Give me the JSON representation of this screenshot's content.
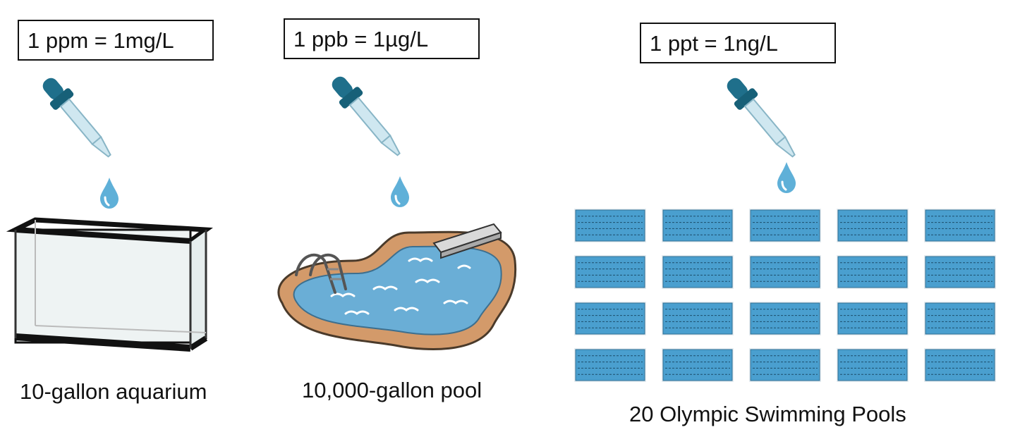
{
  "panels": [
    {
      "unit_label": "1 ppm = 1mg/L",
      "caption": "10-gallon aquarium"
    },
    {
      "unit_label": "1 ppb = 1µg/L",
      "caption": "10,000-gallon pool"
    },
    {
      "unit_label": "1 ppt = 1ng/L",
      "caption": "20 Olympic Swimming Pools"
    }
  ],
  "icons": [
    "dropper-icon",
    "water-drop-icon",
    "aquarium-icon",
    "backyard-pool-icon",
    "olympic-pool-icon"
  ],
  "olympic_pool_count": 20,
  "colors": {
    "dropper_bulb": "#1f6f8b",
    "water": "#5fb0d8",
    "pool_water": "#6aaed6",
    "pool_deck": "#d39a6a",
    "olympic_pool": "#4a9fcf"
  }
}
